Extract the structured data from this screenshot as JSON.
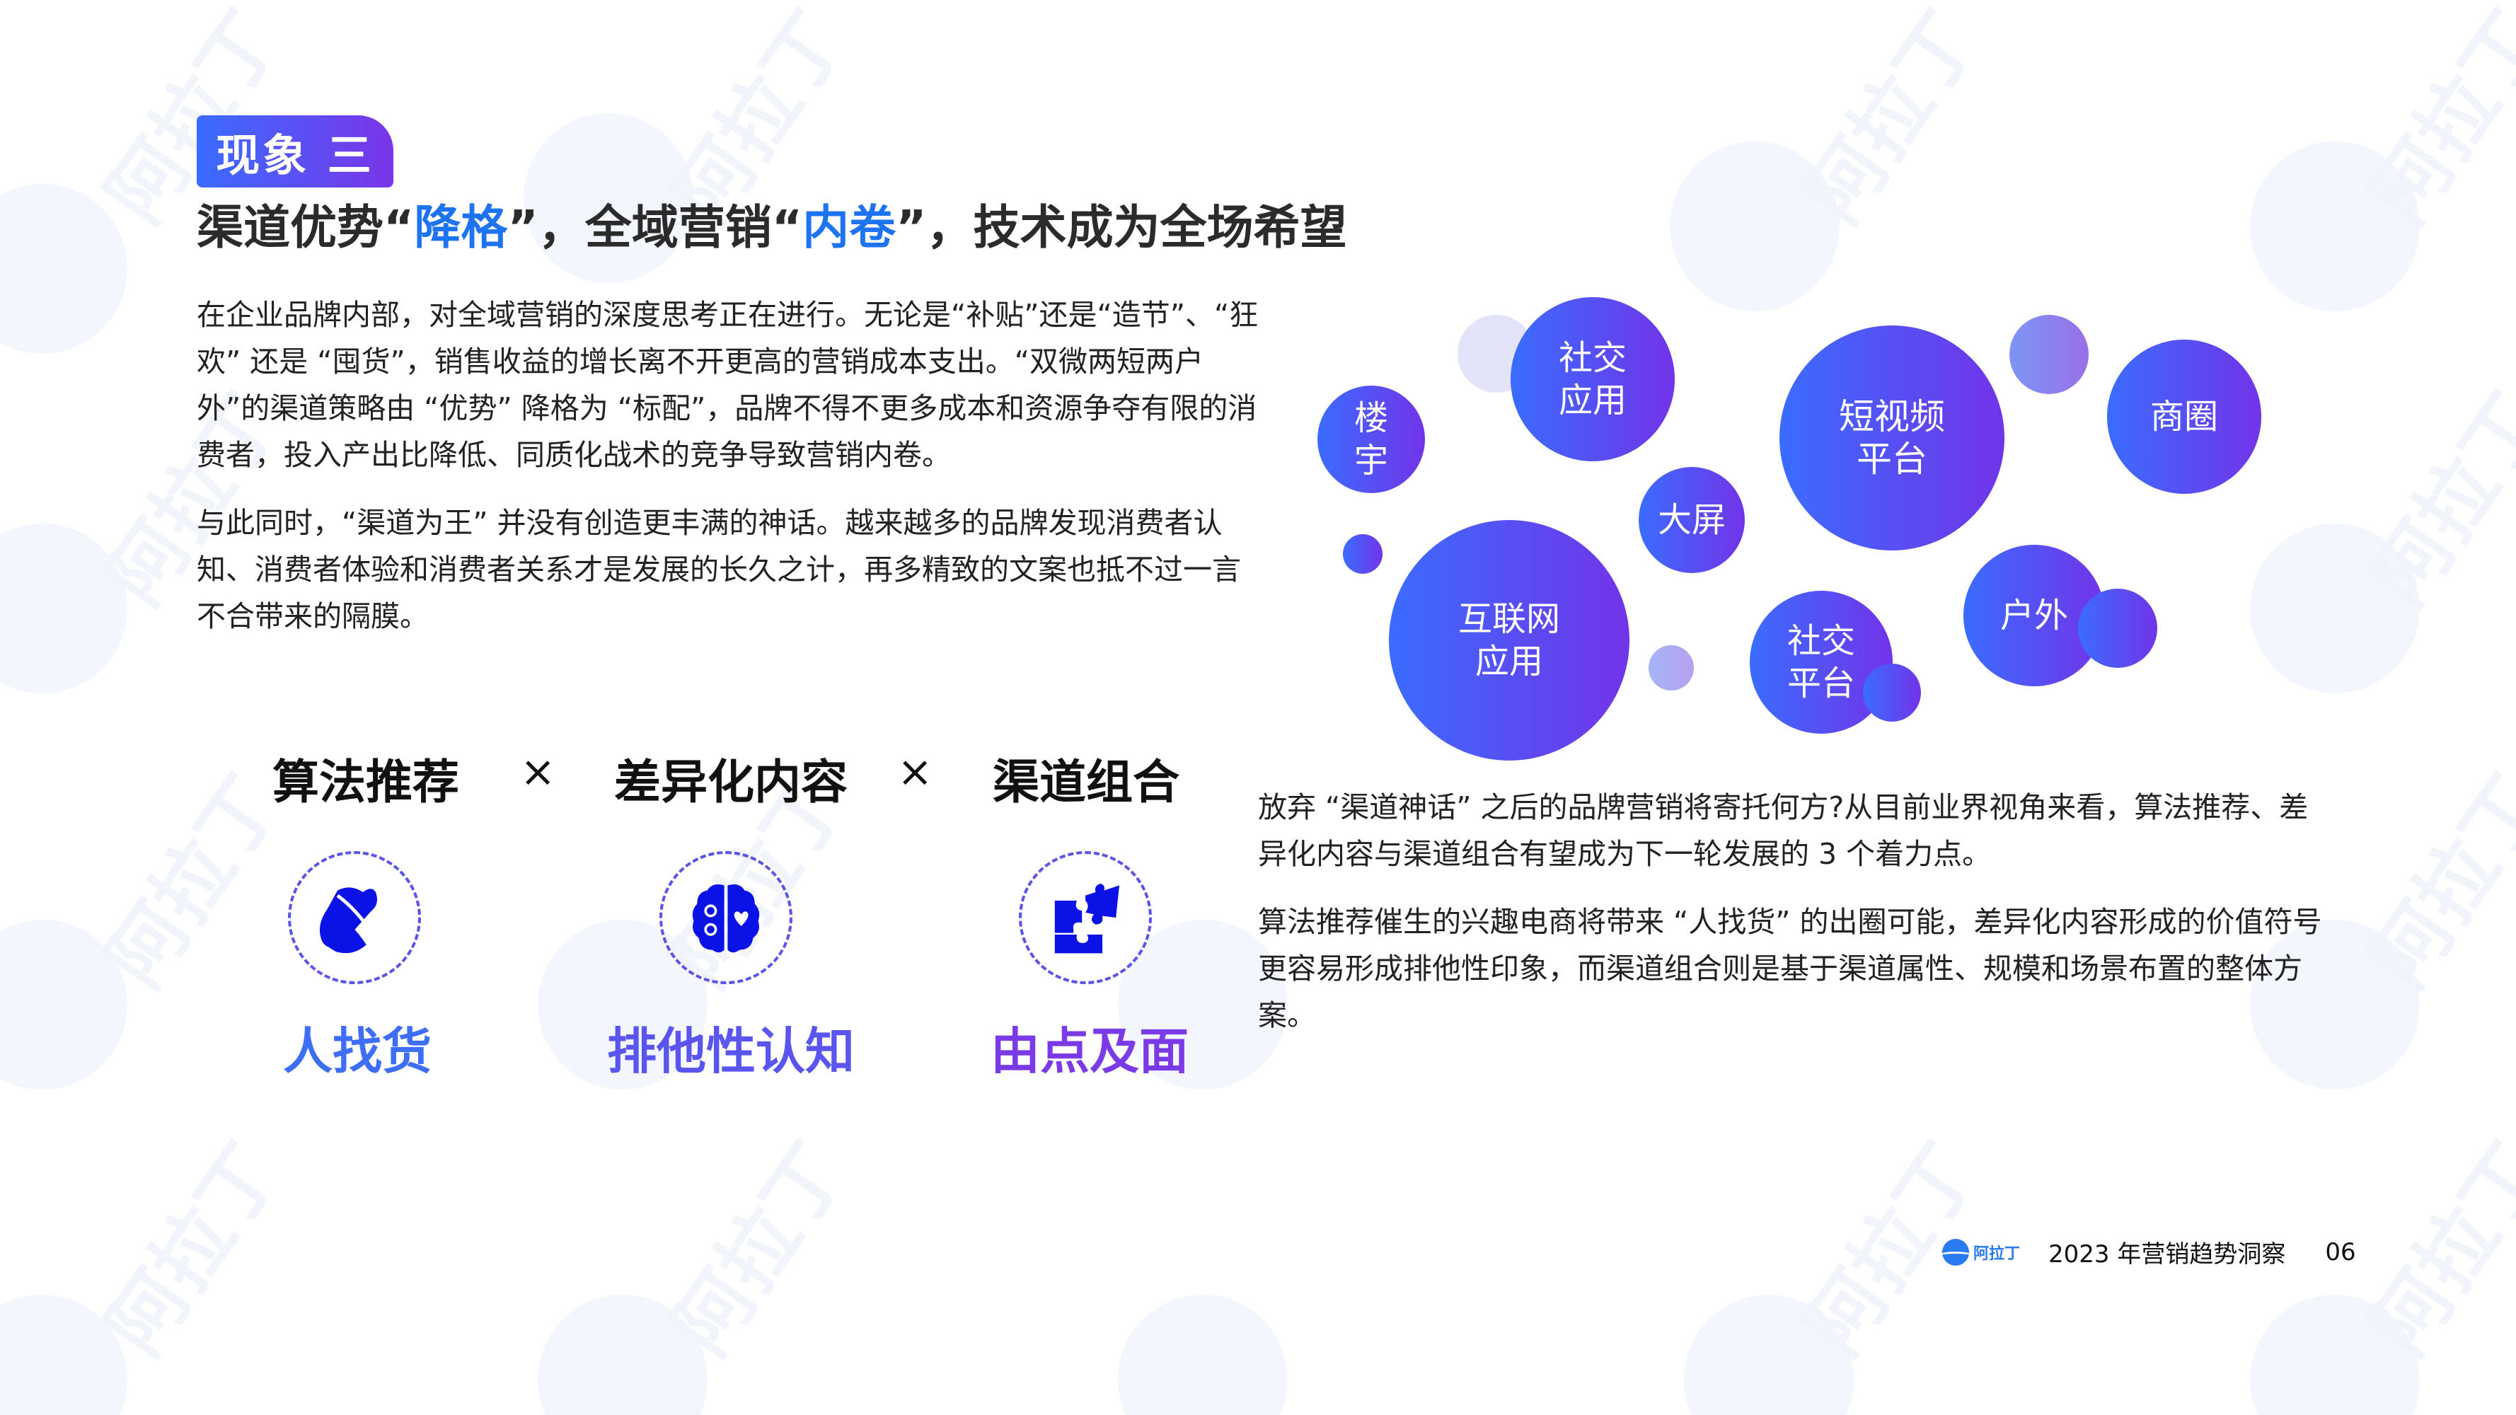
{
  "tag": {
    "label": "现象 三"
  },
  "headline": {
    "part1": "渠道优势“",
    "highlight1": "降格",
    "part2": "”，全域营销“",
    "highlight2": "内卷",
    "part3": "”，技术成为全场希望",
    "highlight_color": "#1e73f0"
  },
  "left_text": {
    "paragraphs": [
      "在企业品牌内部，对全域营销的深度思考正在进行。无论是“补贴”还是“造节”、“狂欢” 还是 “囤货”，销售收益的增长离不开更高的营销成本支出。“双微两短两户外”的渠道策略由 “优势” 降格为 “标配”，品牌不得不更多成本和资源争夺有限的消费者，投入产出比降低、同质化战术的竞争导致营销内卷。",
      "与此同时，“渠道为王” 并没有创造更丰满的神话。越来越多的品牌发现消费者认知、消费者体验和消费者关系才是发展的长久之计，再多精致的文案也抵不过一言不合带来的隔膜。"
    ]
  },
  "formula": {
    "terms": [
      "算法推荐",
      "差异化内容",
      "渠道组合"
    ],
    "operator": "×"
  },
  "pillars": [
    {
      "icon": "acorn-icon",
      "keyword": "人找货",
      "color": "#3e6ef5"
    },
    {
      "icon": "brain-icon",
      "keyword": "排他性认知",
      "color": "#5a55ee"
    },
    {
      "icon": "puzzle-icon",
      "keyword": "由点及面",
      "color": "#7a3ae6"
    }
  ],
  "bubbles": [
    {
      "label": [
        "楼",
        "宇"
      ]
    },
    {
      "label": [
        "社交",
        "应用"
      ]
    },
    {
      "label": [
        "短视频",
        "平台"
      ]
    },
    {
      "label": [
        "商圈"
      ]
    },
    {
      "label": [
        "大屏"
      ]
    },
    {
      "label": [
        "互联网",
        "应用"
      ]
    },
    {
      "label": [
        "社交",
        "平台"
      ]
    },
    {
      "label": [
        "户外"
      ]
    }
  ],
  "right_text": {
    "paragraphs": [
      "放弃 “渠道神话” 之后的品牌营销将寄托何方?从目前业界视角来看，算法推荐、差异化内容与渠道组合有望成为下一轮发展的 3 个着力点。",
      "算法推荐催生的兴趣电商将带来 “人找货” 的出圈可能，差异化内容形成的价值符号更容易形成排他性印象，而渠道组合则是基于渠道属性、规模和场景布置的整体方案。"
    ]
  },
  "footer": {
    "logo_text": "阿拉丁",
    "report_title": "2023 年营销趋势洞察",
    "page_number": "06"
  },
  "colors": {
    "gradient_start": "#3b6cff",
    "gradient_end": "#7234e8",
    "icon_blue": "#0a12e6"
  }
}
